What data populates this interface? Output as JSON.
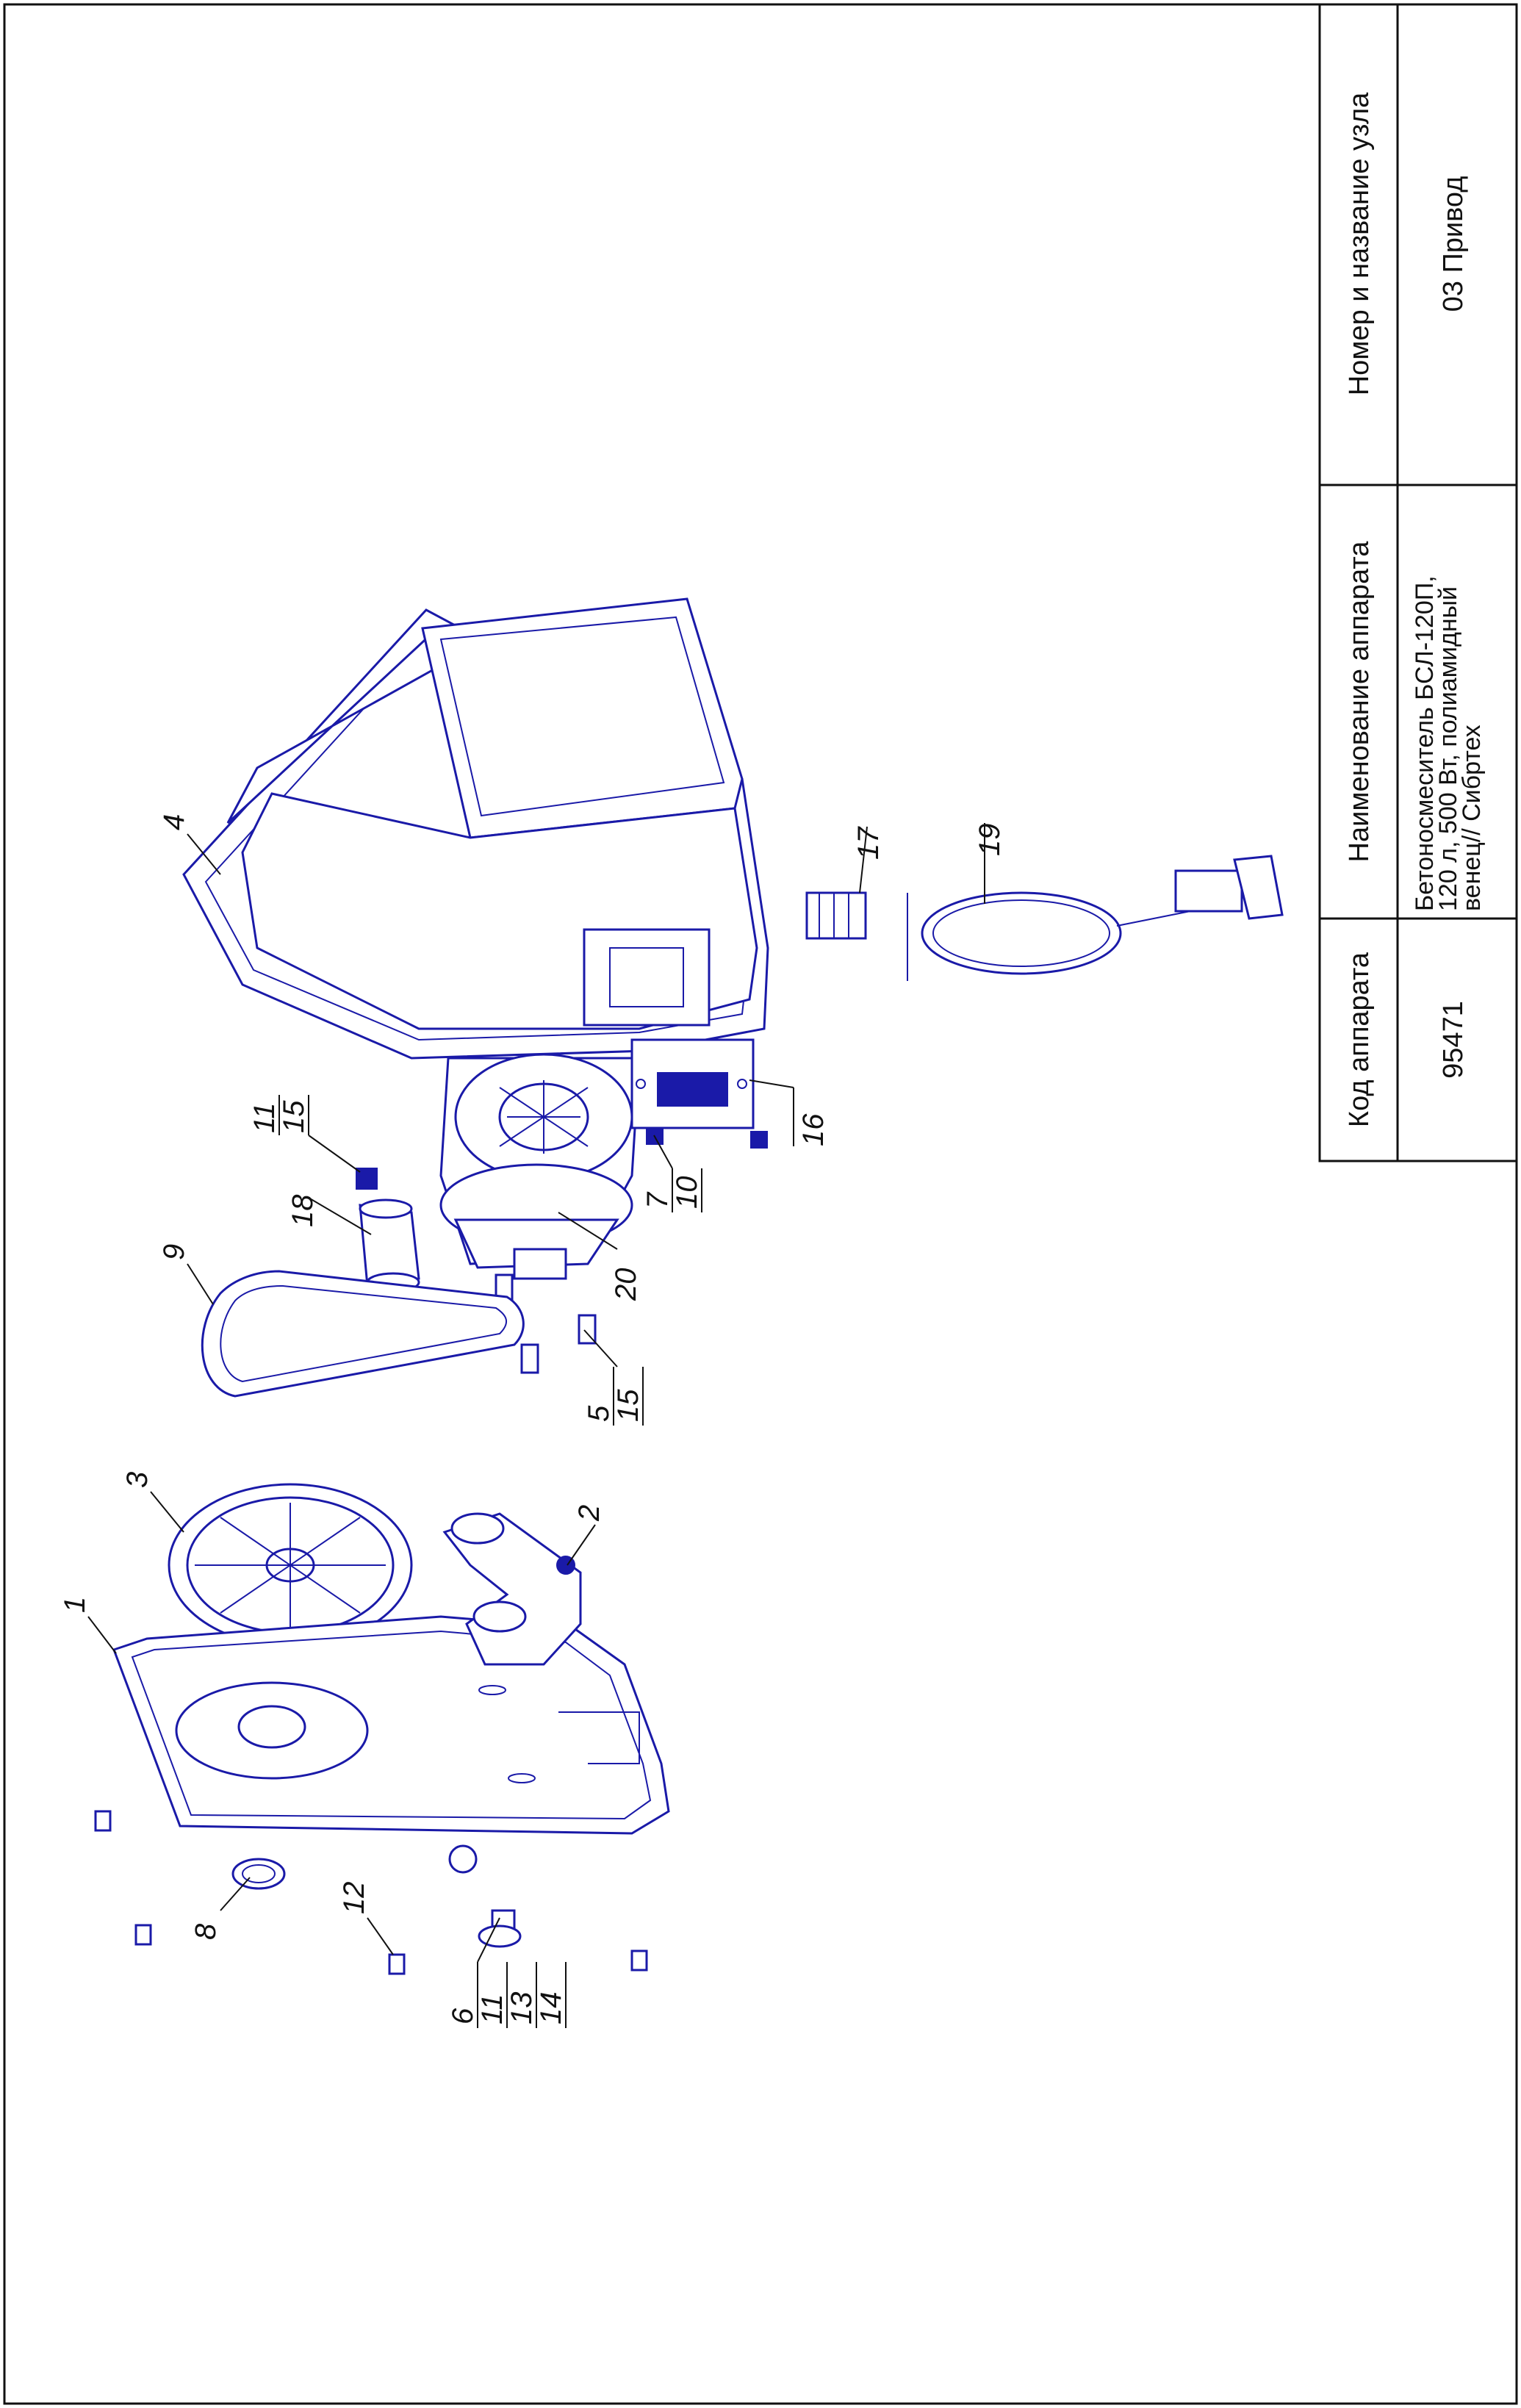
{
  "title_block": {
    "col1_header": "Код аппарата",
    "col1_value": "95471",
    "col2_header": "Наименование аппарата",
    "col2_value_lines": [
      "Бетоносмеситель БСЛ-120П,",
      "120 л, 500 Вт, полиамидный",
      "венец// Сибртех"
    ],
    "col3_header": "Номер и название узла",
    "col3_value": "03 Привод"
  },
  "callouts": {
    "c1": "1",
    "c2": "2",
    "c3": "3",
    "c4": "4",
    "c5": "5",
    "c5b": "15",
    "c6": "6",
    "c6b": "11",
    "c6c": "13",
    "c6d": "14",
    "c7": "7",
    "c7b": "10",
    "c8": "8",
    "c9": "9",
    "c11": "11",
    "c11b": "15",
    "c12": "12",
    "c16": "16",
    "c17": "17",
    "c18": "18",
    "c19": "19",
    "c20": "20"
  },
  "colors": {
    "line": "#1a1aa8",
    "frame": "#111111",
    "paper": "#ffffff"
  }
}
